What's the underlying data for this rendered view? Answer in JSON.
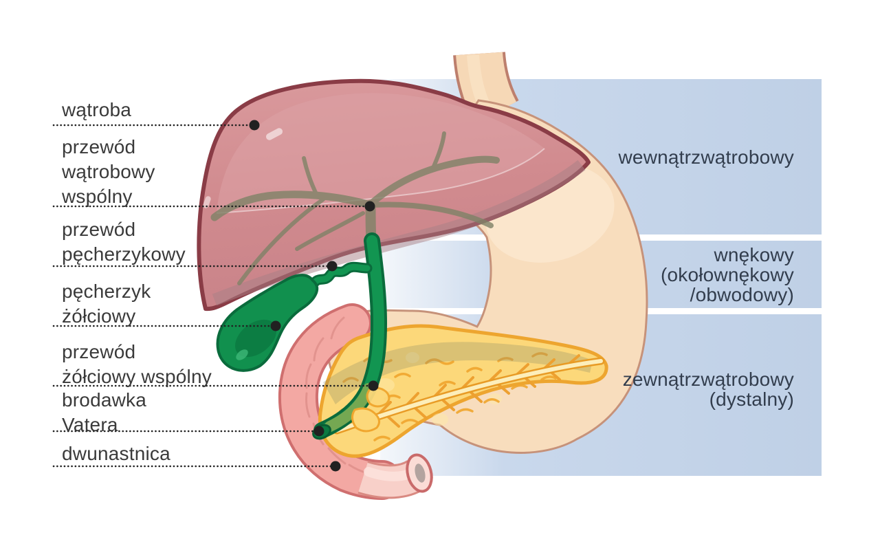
{
  "left_labels": [
    {
      "text": "wątroba"
    },
    {
      "text": "przewód\nwątrobowy\nwspólny"
    },
    {
      "text": "przewód\npęcherzykowy"
    },
    {
      "text": "pęcherzyk\nżółciowy"
    },
    {
      "text": "przewód\nżółciowy wspólny"
    },
    {
      "text": "brodawka\nVatera"
    },
    {
      "text": "dwunastnica"
    }
  ],
  "right_bands": [
    {
      "label": "wewnątrzwątrobowy"
    },
    {
      "label": "wnękowy\n(okołownękowy\n/obwodowy)"
    },
    {
      "label": "zewnątrzwątrobowy\n(dystalny)"
    }
  ],
  "colors": {
    "band_fill": "#c2d3e7",
    "band_fill_light": "#f4f7fb",
    "band_text": "#323d4d",
    "label_text": "#3a3a3a",
    "leader": "#212121",
    "liver": "#d28d90",
    "liver_outline": "#8a3c46",
    "bile_tree": "#7f8267",
    "duct_green": "#129551",
    "duct_green_dark": "#0a6b3c",
    "gallbladder": "#11904e",
    "stomach": "#f8ddbd",
    "stomach_outline": "#c6927a",
    "duodenum": "#f3a8a3",
    "duodenum_outline": "#cf6f6f",
    "duodenum_light": "#f8d0c9",
    "pancreas": "#fcd87a",
    "pancreas_outline": "#eda52f",
    "pancreatic_duct": "#fdeeba",
    "dot": "#212121"
  }
}
